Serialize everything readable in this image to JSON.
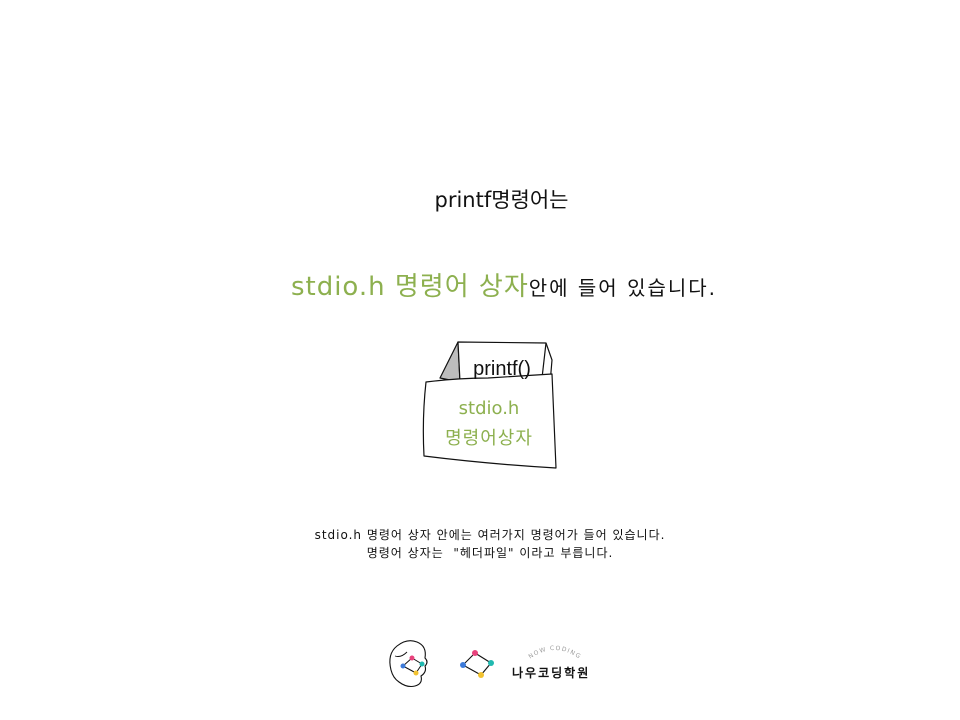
{
  "slide": {
    "title": "printf명령어는",
    "headline_green": "stdio.h 명령어 상자",
    "headline_black": "안에 들어 있습니다.",
    "box": {
      "tab_label": "printf()",
      "body_line1": "stdio.h",
      "body_line2": "명령어상자"
    },
    "description": [
      "stdio.h 명령어 상자 안에는 여러가지 명령어가 들어 있습니다.",
      "명령어 상자는  \"헤더파일\" 이라고 부릅니다."
    ]
  },
  "footer": {
    "arc_text": "NOW CODING",
    "brand_name": "나우코딩학원"
  },
  "colors": {
    "accent_green": "#8db04f",
    "text": "#111111",
    "logo_dots": [
      "#e8427c",
      "#21b9b0",
      "#f2c230",
      "#3d7bd9"
    ]
  }
}
